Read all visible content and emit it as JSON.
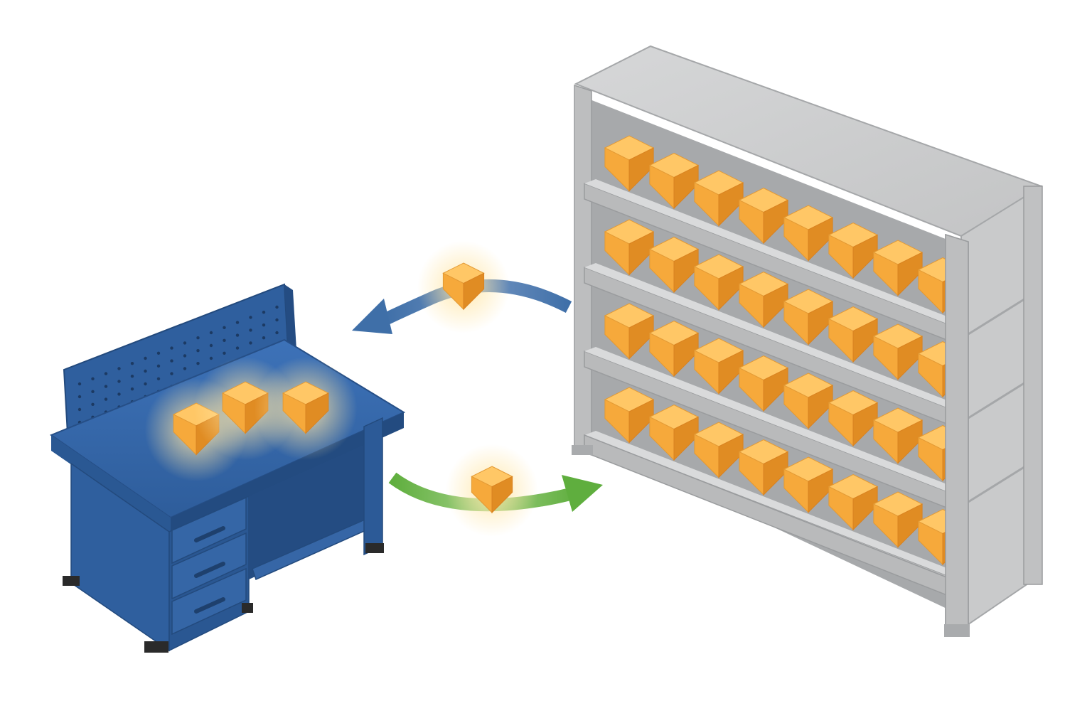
{
  "scene": {
    "description_visible_text": "",
    "elements": [
      {
        "id": "workbench",
        "icon": "workbench-icon"
      },
      {
        "id": "shelving-unit",
        "icon": "shelf-icon"
      },
      {
        "id": "retrieve-arrow",
        "icon": "arrow-left-icon"
      },
      {
        "id": "store-arrow",
        "icon": "arrow-right-icon"
      }
    ]
  },
  "workbench": {
    "item_count": 3,
    "drawer_count": 3
  },
  "shelving": {
    "rows": 4,
    "boxes_per_row": 8
  },
  "colors": {
    "workbench": "#2f5f9e",
    "workbench_dark": "#244c82",
    "workbench_light": "#3b70b5",
    "shelf": "#b9babb",
    "shelf_dark": "#9a9c9e",
    "shelf_light": "#d9dadb",
    "box": "#f6a93b",
    "box_light": "#ffc766",
    "box_dark": "#e08c23",
    "arrow_retrieve": "#3f6fa8",
    "arrow_store": "#5fae3e",
    "glow": "#ffd27a"
  }
}
